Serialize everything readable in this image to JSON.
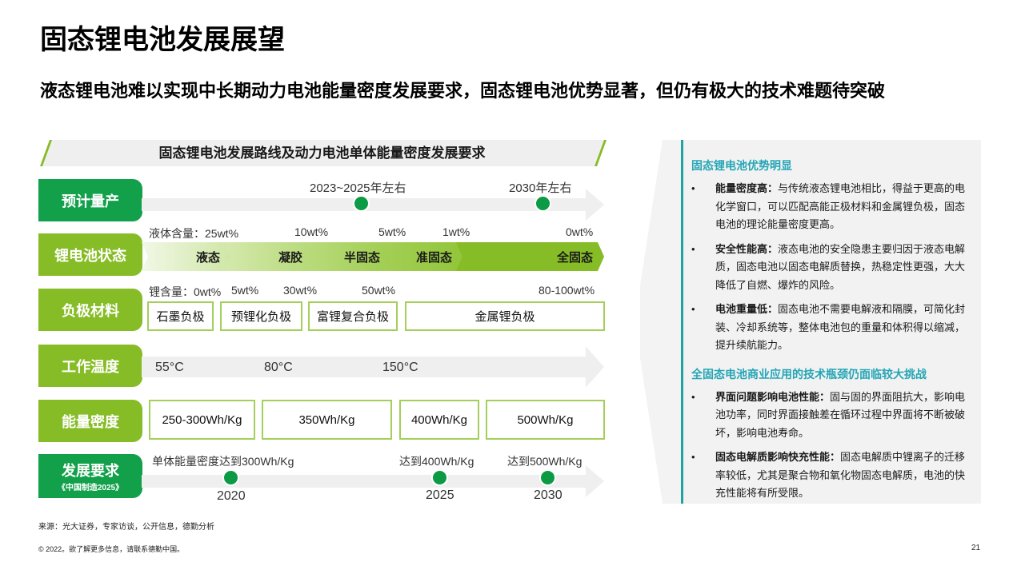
{
  "title": "固态锂电池发展展望",
  "subtitle": "液态锂电池难以实现中长期动力电池能量密度发展要求，固态锂电池优势显著，但仍有极大的技术难题待突破",
  "diagram": {
    "banner": "固态锂电池发展路线及动力电池单体能量密度发展要求",
    "rows": {
      "production": {
        "label": "预计量产",
        "milestones": [
          "2023~2025年左右",
          "2030年左右"
        ]
      },
      "state": {
        "label": "锂电池状态",
        "liquid_prefix": "液体含量：25wt%",
        "liquid": [
          "10wt%",
          "5wt%",
          "1wt%",
          "0wt%"
        ],
        "stages": [
          "液态",
          "凝胶",
          "半固态",
          "准固态",
          "全固态"
        ]
      },
      "anode": {
        "label": "负极材料",
        "li_prefix": "锂含量：0wt%",
        "li": [
          "5wt%",
          "30wt%",
          "50wt%",
          "80-100wt%"
        ],
        "types": [
          "石墨负极",
          "预锂化负极",
          "富锂复合负极",
          "金属锂负极"
        ]
      },
      "temperature": {
        "label": "工作温度",
        "values": [
          "55°C",
          "80°C",
          "150°C"
        ]
      },
      "density": {
        "label": "能量密度",
        "values": [
          "250-300Wh/Kg",
          "350Wh/Kg",
          "400Wh/Kg",
          "500Wh/Kg"
        ]
      },
      "requirement": {
        "label": "发展要求",
        "sublabel": "《中国制造2025》",
        "targets": [
          "单体能量密度达到300Wh/Kg",
          "达到400Wh/Kg",
          "达到500Wh/Kg"
        ],
        "years": [
          "2020",
          "2025",
          "2030"
        ]
      }
    }
  },
  "panel": {
    "heading1": "固态锂电池优势明显",
    "items1": [
      {
        "bold": "能量密度高：",
        "text": "与传统液态锂电池相比，得益于更高的电化学窗口，可以匹配高能正极材料和金属锂负极，固态电池的理论能量密度更高。"
      },
      {
        "bold": "安全性能高：",
        "text": "液态电池的安全隐患主要归因于液态电解质，固态电池以固态电解质替换，热稳定性更强，大大降低了自燃、爆炸的风险。"
      },
      {
        "bold": "电池重量低：",
        "text": "固态电池不需要电解液和隔膜，可简化封装、冷却系统等，整体电池包的重量和体积得以缩减，提升续航能力。"
      }
    ],
    "heading2": "全固态电池商业应用的技术瓶颈仍面临较大挑战",
    "items2": [
      {
        "bold": "界面问题影响电池性能：",
        "text": "固与固的界面阻抗大，影响电池功率，同时界面接触差在循环过程中界面将不断被破坏，影响电池寿命。"
      },
      {
        "bold": "固态电解质影响快充性能：",
        "text": "固态电解质中锂离子的迁移率较低，尤其是聚合物和氧化物固态电解质，电池的快充性能将有所受限。"
      }
    ],
    "bullet": "•"
  },
  "footer": {
    "source": "来源：光大证券，专家访谈，公开信息，德勤分析",
    "copyright": "© 2022。欲了解更多信息，请联系德勤中国。",
    "page": "21"
  }
}
